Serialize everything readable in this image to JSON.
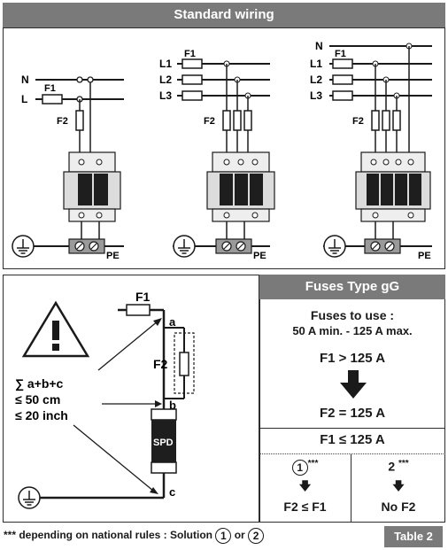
{
  "header": {
    "title": "Standard wiring"
  },
  "wiring": {
    "diagram1": {
      "n": "N",
      "l": "L",
      "f1": "F1",
      "f2": "F2",
      "pe": "PE"
    },
    "diagram2": {
      "l1": "L1",
      "l2": "L2",
      "l3": "L3",
      "f1": "F1",
      "f2": "F2",
      "pe": "PE"
    },
    "diagram3": {
      "n": "N",
      "l1": "L1",
      "l2": "L2",
      "l3": "L3",
      "f1": "F1",
      "f2": "F2",
      "pe": "PE"
    }
  },
  "distance": {
    "f1": "F1",
    "f2": "F2",
    "a": "a",
    "b": "b",
    "c": "c",
    "sum": "∑ a+b+c",
    "max_cm": "≤ 50 cm",
    "max_inch": "≤ 20 inch",
    "spd": "SPD"
  },
  "fuses": {
    "header": "Fuses Type gG",
    "use_title": "Fuses to use :",
    "use_range": "50 A min. - 125 A max.",
    "cond_gt": "F1 > 125 A",
    "result_eq": "F2 = 125 A",
    "cond_le": "F1 ≤ 125 A",
    "sol1_num": "1",
    "sol1_stars": "***",
    "sol1_result": "F2 ≤ F1",
    "sol2_num": "2",
    "sol2_stars": "***",
    "sol2_result": "No F2"
  },
  "footer": {
    "note_prefix": "*** depending on national rules : Solution",
    "note_sol1": "1",
    "note_or": "or",
    "note_sol2": "2",
    "table_label": "Table 2"
  }
}
